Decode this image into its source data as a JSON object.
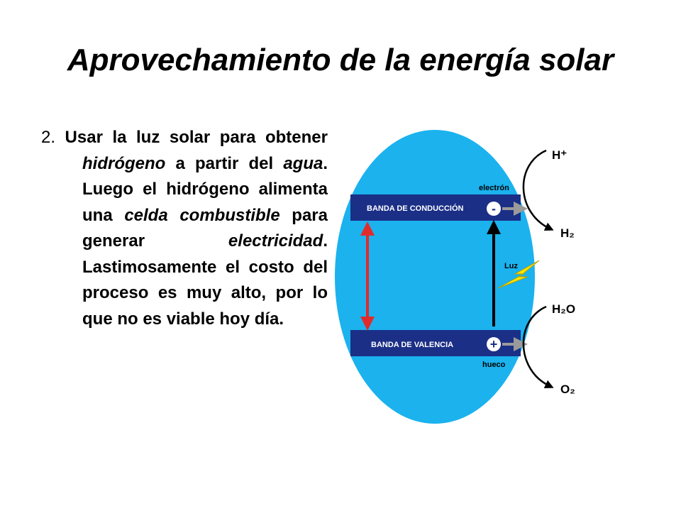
{
  "title": "Aprovechamiento de la energía solar",
  "item": {
    "number": "2.",
    "t1": " Usar la luz solar para obtener ",
    "e1": "hidrógeno",
    "t2": " a partir del ",
    "e2": "agua",
    "t3": ". Luego el hidrógeno alimenta una ",
    "e3": "celda combustible",
    "t4": " para generar ",
    "e4": "electricidad",
    "t5": ". Lastimosamente el costo del proceso es muy alto, por lo que no es viable hoy día."
  },
  "diagram": {
    "conduction_band": "BANDA DE CONDUCCIÓN",
    "valence_band": "BANDA DE VALENCIA",
    "electron_label": "electrón",
    "hole_label": "hueco",
    "light_label": "Luz",
    "minus": "-",
    "plus": "+",
    "h_plus": "H⁺",
    "h2": "H₂",
    "h2o": "H₂O",
    "o2": "O₂",
    "colors": {
      "cell": "#1bb2ee",
      "band": "#1b2f87",
      "arrow_red": "#e12b2b",
      "bolt": "#ffe600"
    }
  }
}
